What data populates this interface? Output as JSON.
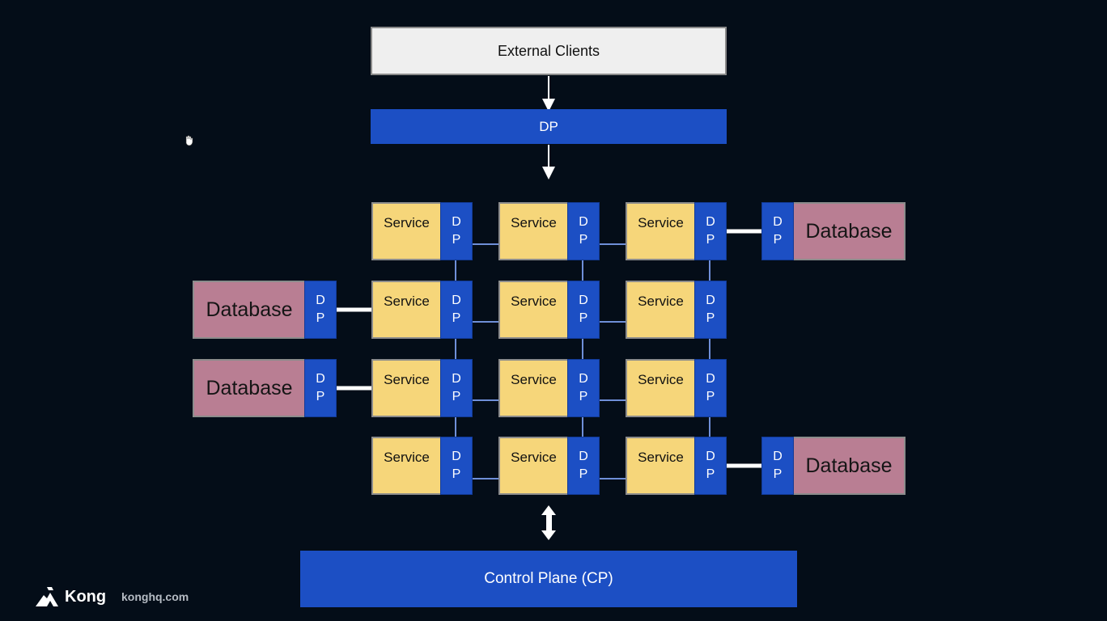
{
  "top": {
    "clients_label": "External Clients",
    "ingress_dp_label": "DP"
  },
  "mesh": {
    "service_label": "Service",
    "dp_letter_1": "D",
    "dp_letter_2": "P",
    "database_label": "Database"
  },
  "control_plane_label": "Control Plane (CP)",
  "brand": {
    "name": "Kong",
    "url": "konghq.com"
  },
  "colors": {
    "background": "#040d18",
    "dp_blue": "#1c4fc4",
    "service_yellow": "#f6d67a",
    "database_pink": "#b97e93",
    "client_gray": "#efefef"
  }
}
